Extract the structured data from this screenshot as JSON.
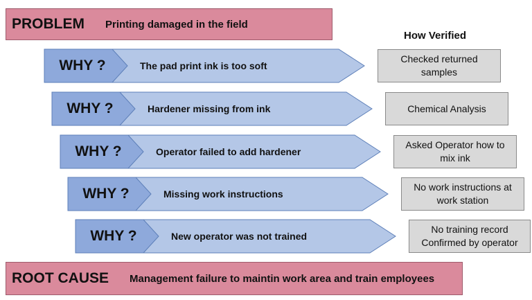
{
  "problem": {
    "label": "PROBLEM",
    "text": "Printing damaged in the field"
  },
  "verified_header": "How Verified",
  "whys": [
    {
      "label": "WHY ?",
      "text": "The pad print ink is too soft",
      "verified": "Checked returned samples"
    },
    {
      "label": "WHY ?",
      "text": "Hardener missing from ink",
      "verified": "Chemical Analysis"
    },
    {
      "label": "WHY ?",
      "text": "Operator failed to add hardener",
      "verified": "Asked Operator how to mix ink"
    },
    {
      "label": "WHY ?",
      "text": "Missing work instructions",
      "verified": "No work instructions at work station"
    },
    {
      "label": "WHY ?",
      "text": "New operator was not trained",
      "verified": "No training record Confirmed by operator"
    }
  ],
  "root_cause": {
    "label": "ROOT CAUSE",
    "text": "Management failure to maintin work area and train employees"
  },
  "colors": {
    "banner": "#da8a9c",
    "why_chevron": "#8ea9db",
    "arrow_body": "#b4c7e7",
    "verify_box": "#d9d9d9"
  }
}
